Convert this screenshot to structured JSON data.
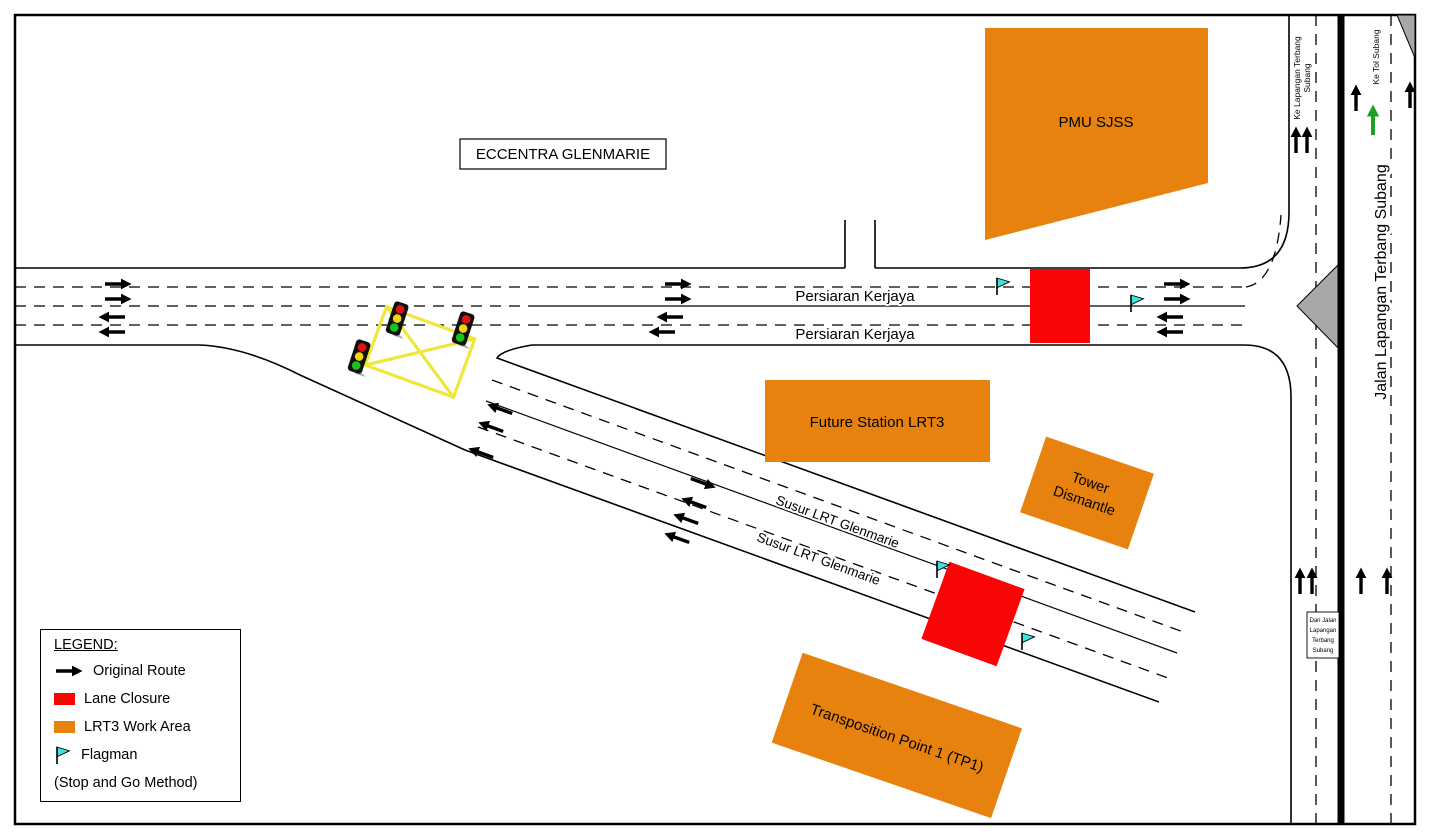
{
  "buildings": {
    "eccentra": "ECCENTRA GLENMARIE"
  },
  "areas": {
    "pmu_sjss": "PMU SJSS",
    "future_station": "Future Station LRT3",
    "tower_dismantle_lines": [
      "Tower",
      "Dismantle"
    ],
    "transposition_point": "Transposition Point 1 (TP1)"
  },
  "roads": {
    "persiaran_kerjaya_upper": "Persiaran Kerjaya",
    "persiaran_kerjaya_lower": "Persiaran Kerjaya",
    "susur_upper": "Susur LRT Glenmarie",
    "susur_lower": "Susur LRT Glenmarie",
    "jalan_lapangan": "Jalan Lapangan Terbang Subang",
    "ke_lapangan_lines": [
      "Ke Lapangan Terbang",
      "Subang"
    ],
    "ke_tol": "Ke Tol Subang",
    "dari_jalan_lines": [
      "Dari Jalan",
      "Lapangan",
      "Terbang",
      "Subang"
    ]
  },
  "legend": {
    "title": "LEGEND:",
    "items": [
      {
        "label": "Original Route",
        "icon": "arrow-icon"
      },
      {
        "label": "Lane Closure",
        "icon": "red-swatch"
      },
      {
        "label": "LRT3 Work Area",
        "icon": "orange-swatch"
      },
      {
        "label": "Flagman",
        "icon": "flag-icon"
      }
    ],
    "note": "(Stop and Go Method)"
  },
  "colors": {
    "work_area": "#E8820E",
    "lane_closure": "#FA0505",
    "flagman": "#3FE3DC",
    "original_route": "#000000",
    "green_route": "#1FA11F",
    "junction_box": "#EFE73B",
    "gore_gray": "#A8A8A8",
    "signal_red": "#E01212",
    "signal_amber": "#F2D40C",
    "signal_green": "#17C417"
  }
}
